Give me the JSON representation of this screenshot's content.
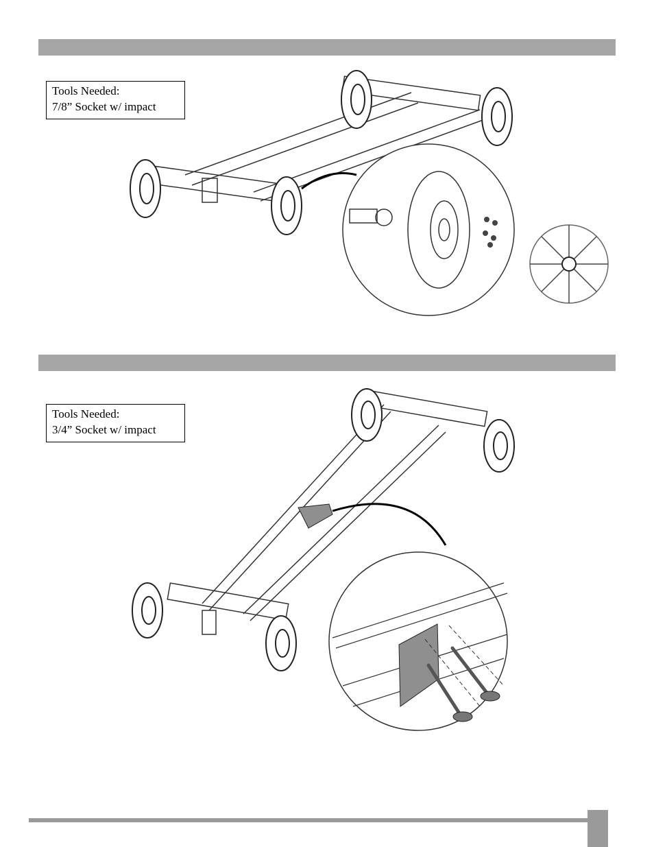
{
  "steps": [
    {
      "tools_heading": "Tools Needed:",
      "tool": "7/8” Socket w/ impact"
    },
    {
      "tools_heading": "Tools Needed:",
      "tool": "3/4” Socket w/ impact"
    }
  ],
  "colors": {
    "section_bar": "#a6a6a6",
    "footer": "#9a9a9a",
    "line_art": "#333333",
    "bracket": "#8f8f8f"
  }
}
